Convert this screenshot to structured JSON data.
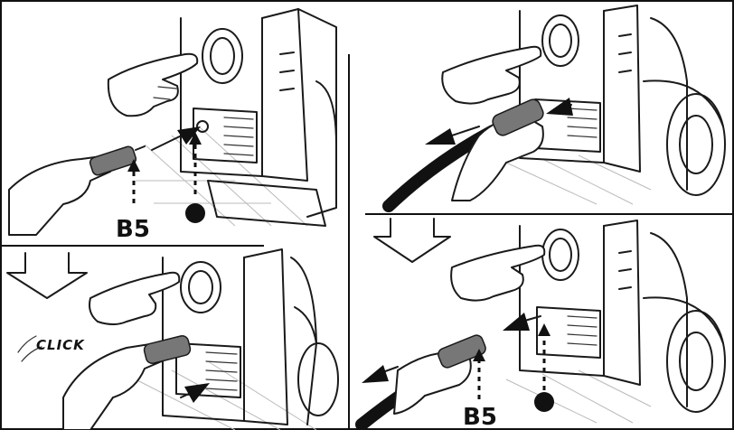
{
  "panels": [
    {
      "id": "top-left",
      "labels": [
        "B5"
      ]
    },
    {
      "id": "bottom-left",
      "labels": [
        "CLICK"
      ]
    },
    {
      "id": "top-right",
      "labels": []
    },
    {
      "id": "bottom-right",
      "labels": [
        "B5"
      ]
    }
  ],
  "colors": {
    "ink": "#111111",
    "paper": "#ffffff",
    "floor_lines": "#bbbbbb"
  }
}
